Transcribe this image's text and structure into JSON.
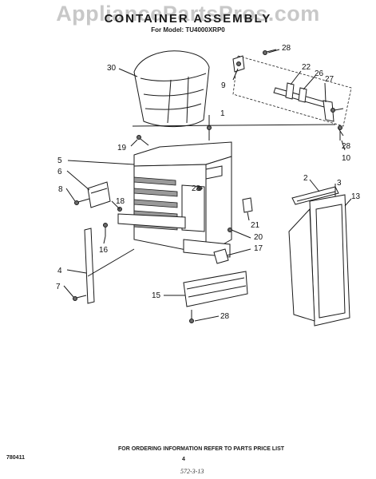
{
  "header": {
    "watermark": "AppliancePartsPros.com",
    "title": "CONTAINER ASSEMBLY",
    "subtitle": "For Model: TU4000XRP0"
  },
  "callouts": [
    "1",
    "2",
    "3",
    "4",
    "5",
    "6",
    "7",
    "8",
    "9",
    "10",
    "13",
    "15",
    "16",
    "17",
    "18",
    "19",
    "20",
    "21",
    "22",
    "26",
    "27",
    "28",
    "30"
  ],
  "footer": {
    "left_code": "780411",
    "ordering_note": "FOR ORDERING INFORMATION REFER TO PARTS PRICE LIST",
    "page_number": "4",
    "handwritten": "572-3-13"
  },
  "colors": {
    "ink": "#1a1a1a",
    "watermark": "#c8c8c8",
    "paper": "#ffffff"
  }
}
